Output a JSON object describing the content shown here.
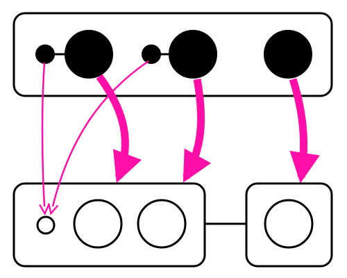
{
  "colors": {
    "background": "#ffffff",
    "stroke": "#000000",
    "filled_node": "#000000",
    "empty_node": "#ffffff",
    "arrow": "#ff0fa8"
  },
  "diagram": {
    "groups": [
      "top-group",
      "bottom-left-group",
      "bottom-right-group"
    ],
    "nodes": {
      "top": [
        "small-dot-1",
        "large-dot-1",
        "small-dot-2",
        "large-dot-2",
        "large-dot-3"
      ],
      "bottom": [
        "tiny-circle",
        "circle-1",
        "circle-2",
        "circle-3"
      ]
    },
    "links": [
      {
        "from": "small-dot-1",
        "to": "large-dot-1"
      },
      {
        "from": "small-dot-2",
        "to": "large-dot-2"
      },
      {
        "from": "bottom-left-group",
        "to": "bottom-right-group"
      }
    ],
    "arrows": [
      {
        "from": "small-dot-1",
        "to": "tiny-circle",
        "weight": "thin"
      },
      {
        "from": "small-dot-2",
        "to": "tiny-circle",
        "weight": "thin"
      },
      {
        "from": "large-dot-1",
        "to": "circle-1",
        "weight": "thick"
      },
      {
        "from": "large-dot-2",
        "to": "circle-2",
        "weight": "thick"
      },
      {
        "from": "large-dot-3",
        "to": "circle-3",
        "weight": "thick"
      }
    ]
  }
}
